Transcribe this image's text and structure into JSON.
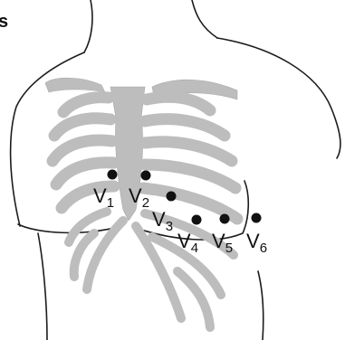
{
  "figure": {
    "corner_text": "s",
    "electrode_color": "#111111",
    "bone_color": "#bdbdbd",
    "outline_color": "#1c1c1c"
  },
  "leads": [
    {
      "id": "V1",
      "letter": "V",
      "number": "1"
    },
    {
      "id": "V2",
      "letter": "V",
      "number": "2"
    },
    {
      "id": "V3",
      "letter": "V",
      "number": "3"
    },
    {
      "id": "V4",
      "letter": "V",
      "number": "4"
    },
    {
      "id": "V5",
      "letter": "V",
      "number": "5"
    },
    {
      "id": "V6",
      "letter": "V",
      "number": "6"
    }
  ]
}
